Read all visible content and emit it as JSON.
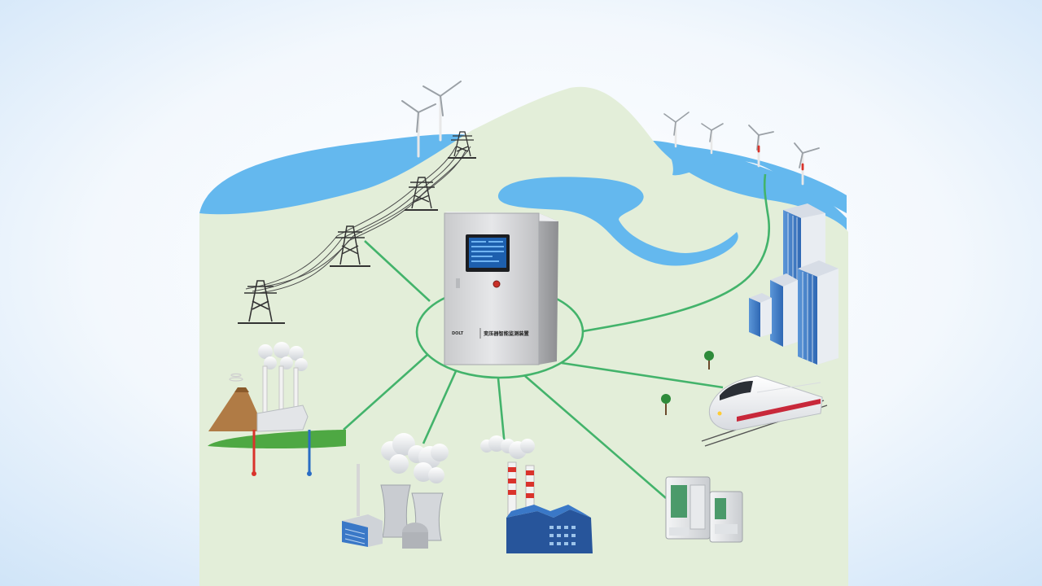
{
  "colors": {
    "sky_edge": "#cfe4f8",
    "sky_center": "#ffffff",
    "hill": "#e3eed9",
    "water": "#64b8ee",
    "link": "#43b36b",
    "grass": "#4ea843",
    "cabinet": "#d7d8da",
    "screen": "#1d5fae",
    "building": "#3a78c7",
    "factory_roof": "#27559b",
    "stack_red": "#d9332b",
    "tree": "#2e8b3a",
    "volcano": "#b07b45",
    "ground_shadow": "#d9dde2"
  },
  "hub": {
    "device_badge": "变压器智能监测装置",
    "device_brand": "DOLT"
  },
  "nodes": [
    "transmission-tower-line",
    "wind-farm",
    "city-buildings",
    "high-speed-train",
    "charging-station",
    "industrial-factory",
    "power-plant",
    "geothermal-plant"
  ],
  "icons": {
    "device": "monitoring-cabinet-icon",
    "tower": "transmission-tower-icon",
    "turbine": "wind-turbine-icon",
    "building": "office-building-icon",
    "train": "bullet-train-icon",
    "charger": "charging-station-icon",
    "factory": "factory-icon",
    "plant": "cooling-tower-icon",
    "geo": "geothermal-icon",
    "tree": "tree-icon"
  }
}
